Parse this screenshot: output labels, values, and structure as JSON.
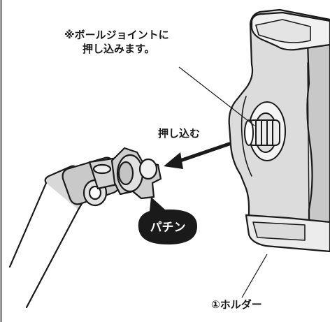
{
  "labels": {
    "note_line1": "※ボールジョイントに",
    "note_line2": "押し込みます。",
    "push_in": "押し込む",
    "click_sound": "パチン",
    "holder": "①ホルダー"
  },
  "colors": {
    "ink": "#1a1a1a",
    "mid_gray": "#cfcfcf",
    "light_gray": "#efefef",
    "dark_gray": "#9a9a9a"
  }
}
